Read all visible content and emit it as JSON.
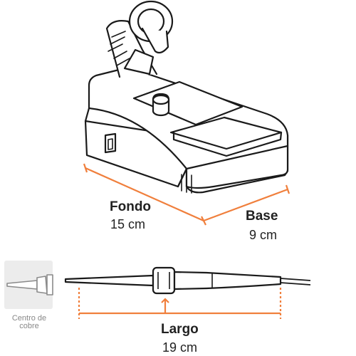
{
  "dimensions": {
    "fondo": {
      "label": "Fondo",
      "value": "15 cm"
    },
    "base": {
      "label": "Base",
      "value": "9 cm"
    },
    "largo": {
      "label": "Largo",
      "value": "19 cm"
    }
  },
  "tip_detail": {
    "caption_line1": "Centro de",
    "caption_line2": "cobre"
  },
  "colors": {
    "accent": "#F07F3C",
    "outline": "#1a1a1a",
    "thumb_bg": "#ececec"
  }
}
